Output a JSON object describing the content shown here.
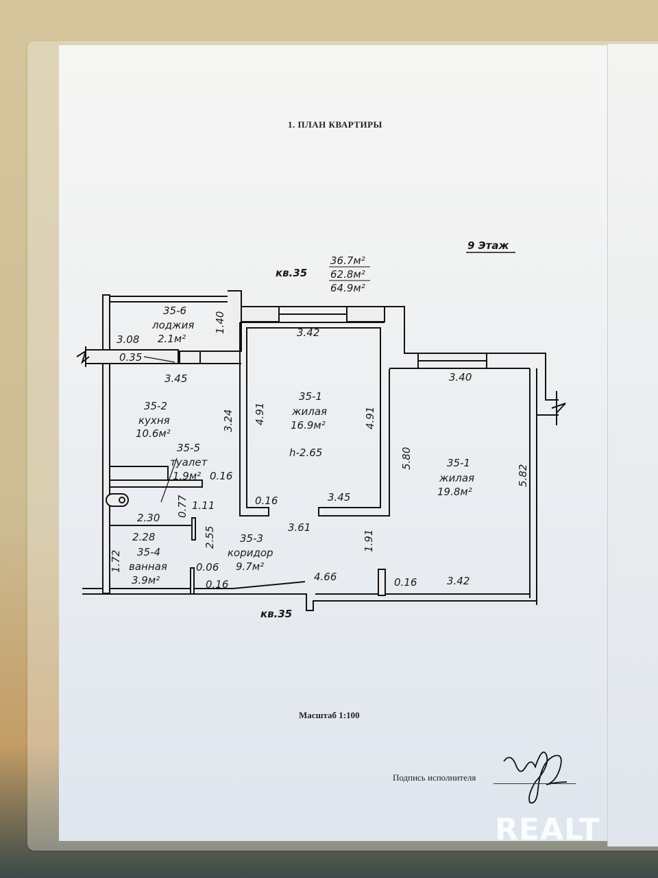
{
  "document": {
    "title": "1. ПЛАН  КВАРТИРЫ",
    "floor": "9 Этаж",
    "apartment_label_top": "кв.35",
    "apartment_label_bottom": "кв.35",
    "areas": {
      "living": "36.7м²",
      "total": "62.8м²",
      "total_with_loggia": "64.9м²"
    },
    "scale": "Масштаб 1:100",
    "signature_label": "Подпись исполнителя",
    "watermark": "REALT"
  },
  "rooms": [
    {
      "id": "35-6",
      "name": "лоджия",
      "area": "2.1м²"
    },
    {
      "id": "35-1",
      "name": "жилая",
      "area": "16.9м²",
      "height": "h-2.65"
    },
    {
      "id": "35-1",
      "name": "жилая",
      "area": "19.8м²"
    },
    {
      "id": "35-2",
      "name": "кухня",
      "area": "10.6м²"
    },
    {
      "id": "35-5",
      "name": "туалет",
      "area": "1.9м²"
    },
    {
      "id": "35-3",
      "name": "коридор",
      "area": "9.7м²"
    },
    {
      "id": "35-4",
      "name": "ванная",
      "area": "3.9м²"
    }
  ],
  "dimensions": {
    "loggia_height": "1.40",
    "loggia_width": "3.08",
    "wall_035": "0.35",
    "kitchen_width": "3.45",
    "room1_width": "3.42",
    "room1_left": "4.91",
    "room1_right": "4.91",
    "room2_width": "3.40",
    "room2_left": "5.80",
    "room2_right": "5.82",
    "kitchen_height": "3.24",
    "toilet_wall": "0.16",
    "toilet_depth": "0.77",
    "toilet_width": "1.11",
    "toilet_len": "2.30",
    "bath_width": "2.28",
    "corridor_h": "2.55",
    "bath_height": "1.72",
    "wall_006": "0.06",
    "wall_016_a": "0.16",
    "wall_016_b": "0.16",
    "wall_016_c": "0.16",
    "room1_bottom": "3.45",
    "corridor_width": "3.61",
    "corridor_len": "4.66",
    "corridor_right": "1.91",
    "room2_bottom": "3.42"
  }
}
